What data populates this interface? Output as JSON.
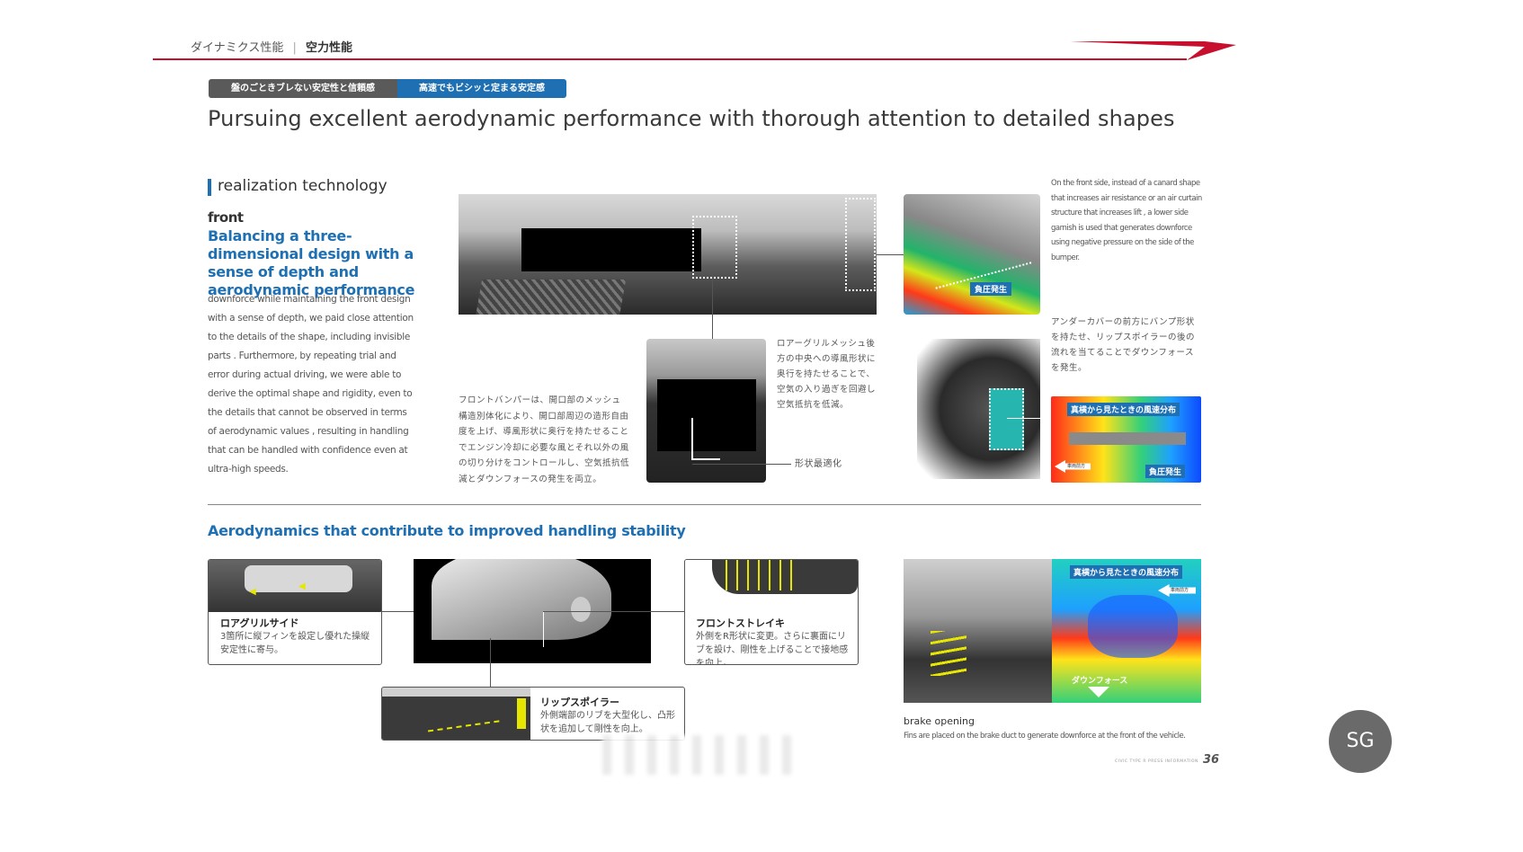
{
  "header": {
    "section": "ダイナミクス性能",
    "subsection": "空力性能"
  },
  "tags": {
    "left": "盤のごときブレない安定性と信頼感",
    "right": "高速でもビシッと定まる安定感"
  },
  "title": "Pursuing excellent aerodynamic performance with thorough attention to detailed shapes",
  "left_col": {
    "section_label": "realization technology",
    "front_label": "front",
    "heading": "Balancing a three-dimensional design with a sense of depth and aerodynamic performance",
    "body": "downforce while maintaining the front design with a sense of depth, we paid close attention to the details of the shape, including invisible parts . Furthermore, by repeating trial and error during actual driving, we were able to derive the optimal shape and rigidity, even to the details that cannot be observed in terms of aerodynamic values , resulting in handling that can be handled with confidence even at ultra-high speeds."
  },
  "captions": {
    "front_bumper": "フロントバンパーは、開口部のメッシュ構造別体化により、開口部周辺の造形自由度を上げ、導風形状に奥行を持たせることでエンジン冷却に必要な風とそれ以外の風の切り分けをコントロールし、空気抵抗低減とダウンフォースの発生を両立。",
    "lower_grille": "ロアーグリルメッシュ後方の中央への導風形状に奥行を持たせることで、空気の入り過ぎを回避し空気抵抗を低減。",
    "shape_label": "形状最適化",
    "front_side": "On the front side, instead of a canard shape that increases air resistance or an air curtain structure that increases lift , a lower side garnish is used that generates downforce using negative pressure on the side of the bumper.",
    "under_cover": "アンダーカバーの前方にバンプ形状を持たせ、リップスポイラーの後の流れを当てることでダウンフォースを発生。",
    "neg_pressure_1": "負圧発生",
    "neg_pressure_2": "負圧発生",
    "flow_label_1": "真横から見たときの風速分布",
    "flow_label_2": "真横から見たときの風速分布",
    "flow_arrow_1": "車両前方",
    "flow_arrow_2": "車両前方",
    "downforce": "ダウンフォース"
  },
  "section2": {
    "title": "Aerodynamics that contribute to improved handling stability",
    "lower_grille_side_t": "ロアグリルサイド",
    "lower_grille_side_d": "3箇所に縦フィンを設定し優れた操縦安定性に寄与。",
    "front_strake_t": "フロントストレイキ",
    "front_strake_d": "外側をR形状に変更。さらに裏面にリブを設け、剛性を上げることで接地感を向上。",
    "lip_spoiler_t": "リップスポイラー",
    "lip_spoiler_d": "外側端部のリブを大型化し、凸形状を追加して剛性を向上。",
    "brake_t": "brake opening",
    "brake_d": "Fins are placed on the brake duct to generate downforce at the front of the vehicle."
  },
  "footer": {
    "doc": "CIVIC TYPE R  PRESS INFORMATION",
    "page": "36",
    "logo": "SG"
  },
  "colors": {
    "accent_red": "#c8102e",
    "accent_blue": "#1f6fb3",
    "tag_gray": "#555555"
  }
}
